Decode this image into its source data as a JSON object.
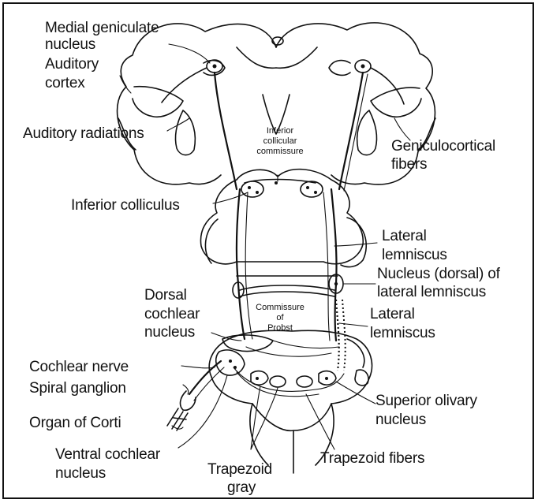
{
  "labels": {
    "medial_geniculate_1": "Medial geniculate",
    "medial_geniculate_2": "nucleus",
    "auditory_cortex_1": "Auditory",
    "auditory_cortex_2": "cortex",
    "auditory_radiations": "Auditory radiations",
    "inferior_collicular_1": "Inferior",
    "inferior_collicular_2": "collicular",
    "inferior_collicular_3": "commissure",
    "geniculocortical_1": "Geniculocortical",
    "geniculocortical_2": "fibers",
    "inferior_colliculus": "Inferior colliculus",
    "lateral_lemniscus_upper_1": "Lateral",
    "lateral_lemniscus_upper_2": "lemniscus",
    "nucleus_ll_1": "Nucleus (dorsal) of",
    "nucleus_ll_2": "lateral lemniscus",
    "dorsal_cochlear_1": "Dorsal",
    "dorsal_cochlear_2": "cochlear",
    "dorsal_cochlear_3": "nucleus",
    "commissure_probst_1": "Commissure",
    "commissure_probst_2": "of",
    "commissure_probst_3": "Probst",
    "lateral_lemniscus_lower_1": "Lateral",
    "lateral_lemniscus_lower_2": "lemniscus",
    "cochlear_nerve": "Cochlear nerve",
    "spiral_ganglion": "Spiral ganglion",
    "organ_of_corti": "Organ of Corti",
    "superior_olivary_1": "Superior olivary",
    "superior_olivary_2": "nucleus",
    "ventral_cochlear_1": "Ventral cochlear",
    "ventral_cochlear_2": "nucleus",
    "trapezoid_gray_1": "Trapezoid",
    "trapezoid_gray_2": "gray",
    "trapezoid_fibers": "Trapezoid fibers"
  }
}
